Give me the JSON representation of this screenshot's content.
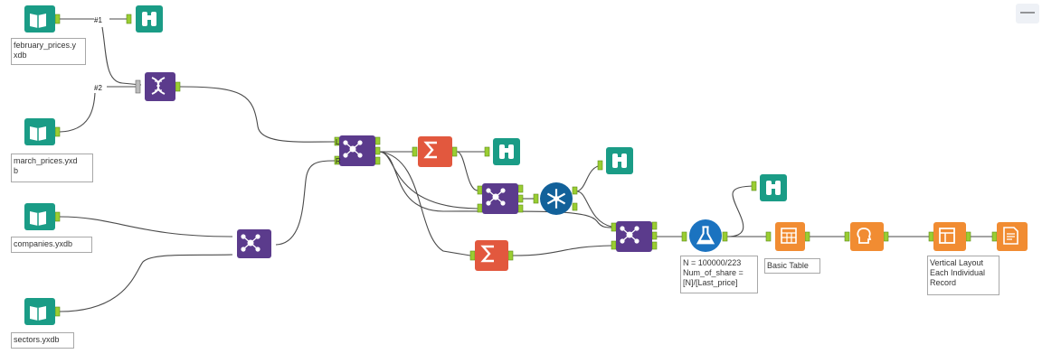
{
  "annotations": {
    "february_prices": "february_prices.y\nxdb",
    "march_prices": "march_prices.yxd\nb",
    "companies": "companies.yxdb",
    "sectors": "sectors.yxdb",
    "formula": "N = 100000/223\nNum_of_share =\n[N]/[Last_price]",
    "basic_table": "Basic Table",
    "layout": "Vertical Layout\nEach Individual\nRecord"
  },
  "connection_labels": {
    "first": "#1",
    "second": "#2"
  },
  "toolbar": {
    "minimize": "—"
  },
  "colors": {
    "input": "#1a9c86",
    "join": "#5b3b8c",
    "summarize": "#e2583e",
    "union": "#12619a",
    "formula": "#1b73c0",
    "reporting": "#f18c32",
    "anchor": "#9acd32"
  },
  "icons": {
    "input": "book-icon",
    "browse": "binoculars-icon",
    "transpose": "dna-icon",
    "join": "join-icon",
    "summarize": "sigma-icon",
    "union": "union-icon",
    "formula": "flask-icon",
    "table": "table-icon",
    "render": "head-icon",
    "layout": "layout-icon",
    "output": "document-icon"
  }
}
